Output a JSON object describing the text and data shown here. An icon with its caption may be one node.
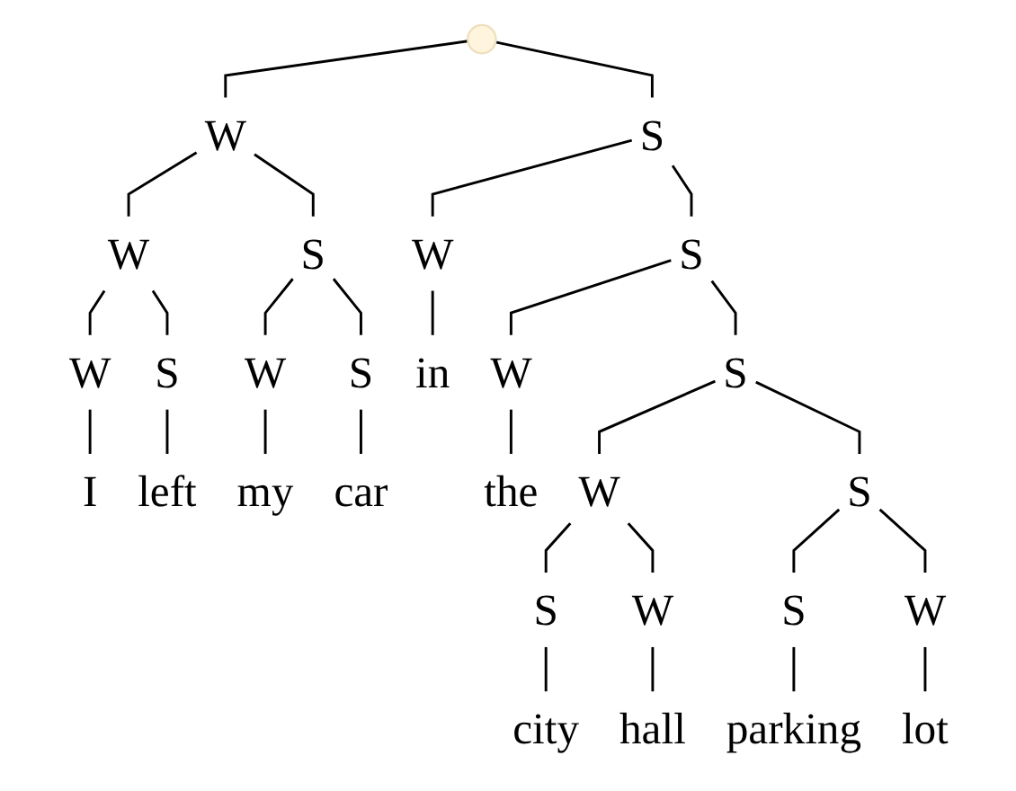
{
  "diagram": {
    "nodes": [
      {
        "text": [],
        "shape": "point"
      },
      {
        "text": [
          "W"
        ]
      },
      {
        "text": [
          "S"
        ]
      },
      {
        "text": [
          "W"
        ]
      },
      {
        "text": [
          "S"
        ]
      },
      {
        "text": [
          "W"
        ]
      },
      {
        "text": [
          "S"
        ]
      },
      {
        "text": [
          "W"
        ]
      },
      {
        "text": [
          "S"
        ]
      },
      {
        "text": [
          "W"
        ]
      },
      {
        "text": [
          "S"
        ]
      },
      {
        "text": [
          "in"
        ]
      },
      {
        "text": [
          "W"
        ]
      },
      {
        "text": [
          "S"
        ]
      },
      {
        "text": [
          "I"
        ]
      },
      {
        "text": [
          "left"
        ]
      },
      {
        "text": [
          "my"
        ]
      },
      {
        "text": [
          "car"
        ]
      },
      {
        "text": [
          "the"
        ]
      },
      {
        "text": [
          "W"
        ]
      },
      {
        "text": [
          "S"
        ]
      },
      {
        "text": [
          "S"
        ]
      },
      {
        "text": [
          "W"
        ]
      },
      {
        "text": [
          "S"
        ]
      },
      {
        "text": [
          "W"
        ]
      },
      {
        "text": [
          "city"
        ]
      },
      {
        "text": [
          "hall"
        ]
      },
      {
        "text": [
          "parking"
        ]
      },
      {
        "text": [
          "lot"
        ]
      }
    ],
    "edges": [
      {
        "from": 0,
        "to": 1,
        "arrow": "none"
      },
      {
        "from": 0,
        "to": 2,
        "arrow": "none"
      },
      {
        "from": 1,
        "to": 3,
        "arrow": "none"
      },
      {
        "from": 1,
        "to": 4,
        "arrow": "none"
      },
      {
        "from": 2,
        "to": 5,
        "arrow": "none"
      },
      {
        "from": 2,
        "to": 6,
        "arrow": "none"
      },
      {
        "from": 3,
        "to": 7,
        "arrow": "none"
      },
      {
        "from": 3,
        "to": 8,
        "arrow": "none"
      },
      {
        "from": 4,
        "to": 9,
        "arrow": "none"
      },
      {
        "from": 4,
        "to": 10,
        "arrow": "none"
      },
      {
        "from": 5,
        "to": 11,
        "arrow": "none"
      },
      {
        "from": 6,
        "to": 12,
        "arrow": "none"
      },
      {
        "from": 6,
        "to": 13,
        "arrow": "none"
      },
      {
        "from": 7,
        "to": 14,
        "arrow": "none"
      },
      {
        "from": 8,
        "to": 15,
        "arrow": "none"
      },
      {
        "from": 9,
        "to": 16,
        "arrow": "none"
      },
      {
        "from": 10,
        "to": 17,
        "arrow": "none"
      },
      {
        "from": 12,
        "to": 18,
        "arrow": "none"
      },
      {
        "from": 13,
        "to": 19,
        "arrow": "none"
      },
      {
        "from": 13,
        "to": 20,
        "arrow": "none"
      },
      {
        "from": 19,
        "to": 21,
        "arrow": "none"
      },
      {
        "from": 19,
        "to": 22,
        "arrow": "none"
      },
      {
        "from": 20,
        "to": 23,
        "arrow": "none"
      },
      {
        "from": 20,
        "to": 24,
        "arrow": "none"
      },
      {
        "from": 21,
        "to": 25,
        "arrow": "none"
      },
      {
        "from": 22,
        "to": 26,
        "arrow": "none"
      },
      {
        "from": 23,
        "to": 27,
        "arrow": "none"
      },
      {
        "from": 24,
        "to": 28,
        "arrow": "none"
      }
    ]
  }
}
